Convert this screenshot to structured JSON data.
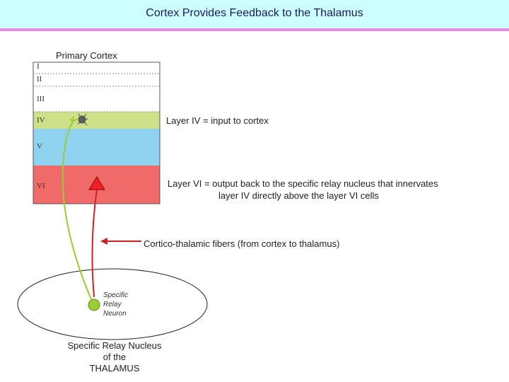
{
  "title": "Cortex Provides Feedback to the Thalamus",
  "cortex": {
    "label": "Primary Cortex",
    "layers": [
      {
        "numeral": "I",
        "color": "#ffffff"
      },
      {
        "numeral": "II",
        "color": "#ffffff"
      },
      {
        "numeral": "III",
        "color": "#ffffff"
      },
      {
        "numeral": "IV",
        "color": "#cfe08a"
      },
      {
        "numeral": "V",
        "color": "#8fd3f0"
      },
      {
        "numeral": "VI",
        "color": "#f06a6a"
      }
    ]
  },
  "annotations": {
    "layer_iv": "Layer IV = input to cortex",
    "layer_vi_line1": "Layer VI = output back to the specific relay nucleus that innervates",
    "layer_vi_line2": "layer IV directly above the layer VI cells",
    "fibers": "Cortico-thalamic fibers  (from cortex to thalamus)"
  },
  "thalamus": {
    "neuron_line1": "Specific",
    "neuron_line2": "Relay",
    "neuron_line3": "Neuron",
    "nucleus_line1": "Specific Relay Nucleus",
    "nucleus_line2": "of the",
    "nucleus_line3": "THALAMUS"
  },
  "colors": {
    "header_bg": "#ccffff",
    "header_bar": "#e58ae0",
    "green_axon": "#9acd32",
    "red_axon": "#cc2222"
  }
}
